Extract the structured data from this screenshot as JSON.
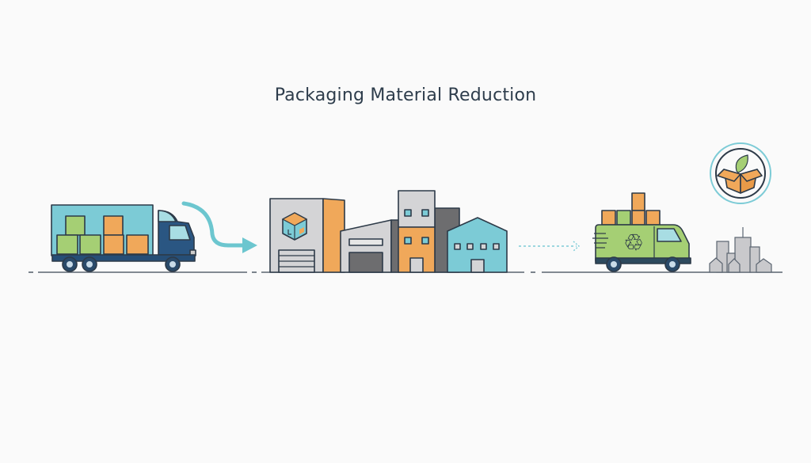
{
  "title": "Packaging Material Reduction",
  "stages": [
    "inbound-truck",
    "warehouse-facilities",
    "delivery-van",
    "city-destination"
  ],
  "colors": {
    "teal": "#7ccbd6",
    "arrow": "#6cc6cf",
    "orange": "#f0a85a",
    "green": "#a5cf74",
    "navy": "#2a5682",
    "gray": "#d4d4d6",
    "dark_gray": "#6d6d6f",
    "outline": "#2d3a48"
  }
}
